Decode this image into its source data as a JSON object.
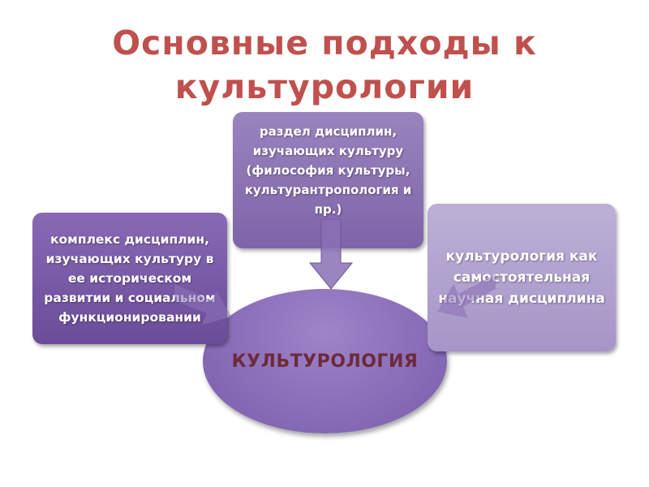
{
  "title": {
    "line1": "Основные подходы к",
    "line2": "культурологии",
    "color": "#c0504d"
  },
  "diagram": {
    "center": {
      "label": "КУЛЬТУРОЛОГИЯ",
      "text_color": "#6e2a3a",
      "fill": "#8a6eb8"
    },
    "boxes": {
      "top": {
        "text": "раздел дисциплин, изучающих культуру (философия культуры, культурантропология и пр.)"
      },
      "left": {
        "text": "комплекс дисциплин, изучающих культуру в ее историческом развитии и социальном функционировании"
      },
      "right": {
        "text": "культурология как самостоятельная научная дисциплина"
      }
    },
    "arrows": [
      "top-to-center",
      "left-to-center",
      "right-to-center"
    ]
  }
}
